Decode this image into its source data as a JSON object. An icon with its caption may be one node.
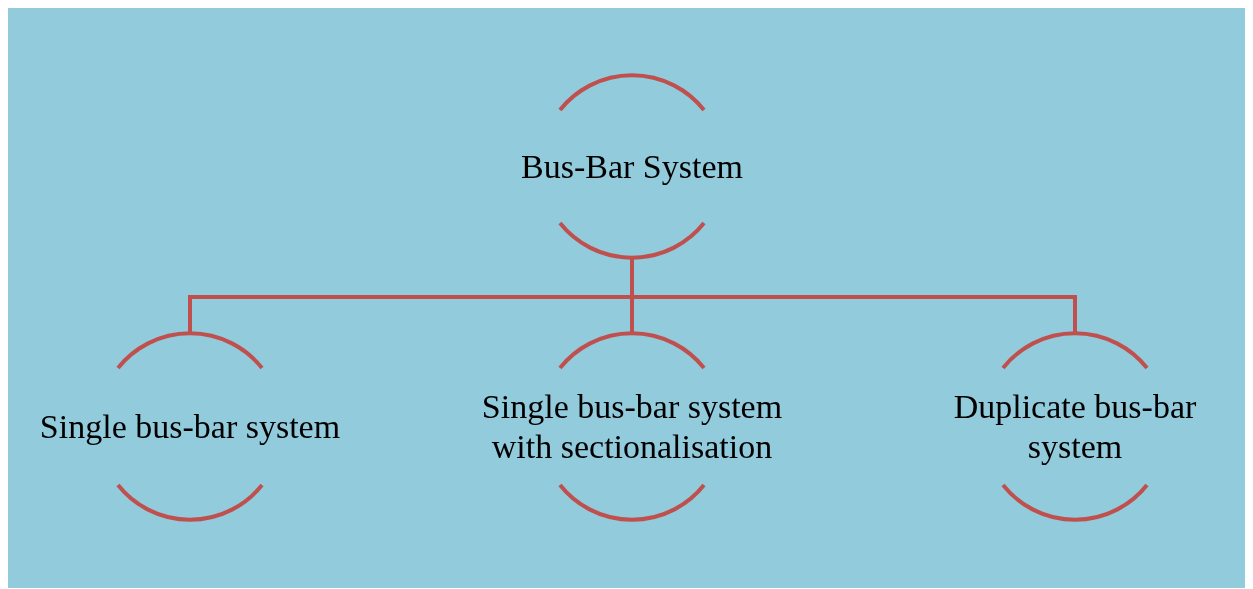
{
  "diagram": {
    "nodes": [
      {
        "text": [
          "Bus-Bar System"
        ]
      },
      {
        "text": [
          "Single bus-bar system"
        ]
      },
      {
        "text": [
          "Single bus-bar system with sectionalisation"
        ]
      },
      {
        "text": [
          "Duplicate bus-bar system"
        ]
      }
    ],
    "edges": [
      {
        "from": 0,
        "to": 1,
        "arrow": "none"
      },
      {
        "from": 0,
        "to": 2,
        "arrow": "none"
      },
      {
        "from": 0,
        "to": 3,
        "arrow": "none"
      }
    ]
  }
}
